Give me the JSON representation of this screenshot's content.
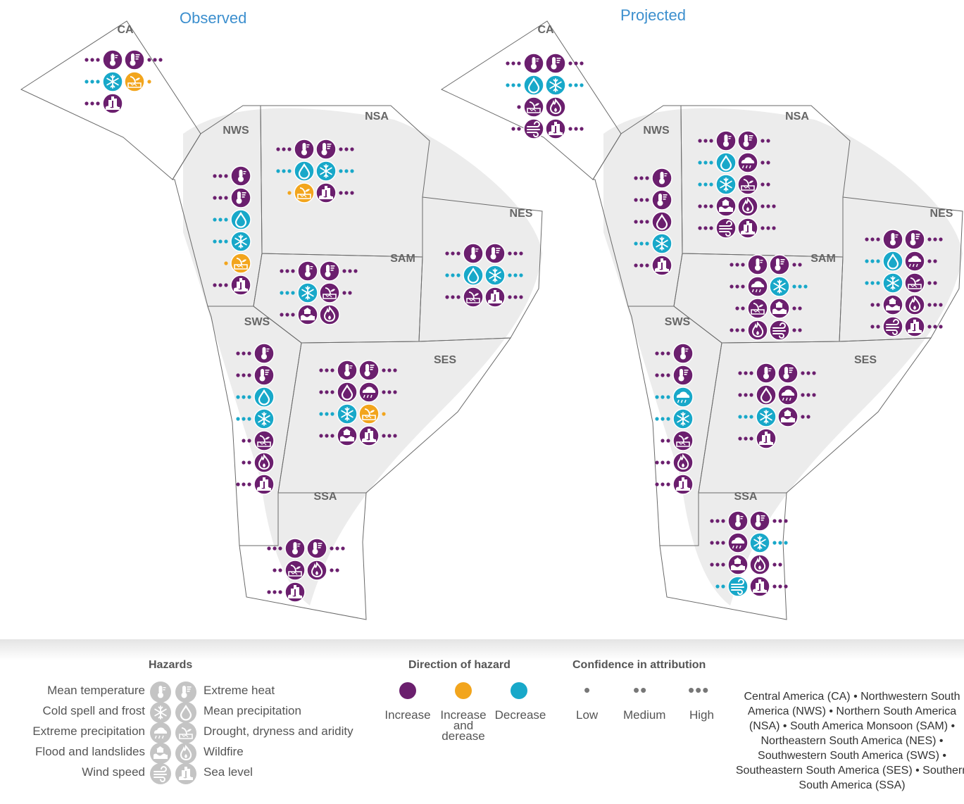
{
  "titles": {
    "observed": "Observed",
    "projected": "Projected"
  },
  "colors": {
    "increase": "#6b1f6e",
    "mixed": "#f2a51d",
    "decrease": "#18a8c9",
    "region_fill": "#dcdcdc",
    "border": "#6a6a6a"
  },
  "hazard_icons": {
    "mt": "thermometer-mean-icon",
    "eh": "thermometer-extreme-icon",
    "cs": "snowflake-icon",
    "mp": "water-drop-icon",
    "ep": "cloud-rain-icon",
    "dd": "drought-icon",
    "fl": "flood-icon",
    "wf": "fire-icon",
    "ws": "wind-icon",
    "sl": "sea-level-icon"
  },
  "maps": [
    {
      "key": "observed",
      "regions": [
        {
          "label": "CA",
          "icons": [
            {
              "h": "mt",
              "d": "inc",
              "c": 3,
              "s": "L"
            },
            {
              "h": "eh",
              "d": "inc",
              "c": 3,
              "s": "R"
            },
            {
              "h": "cs",
              "d": "dec",
              "c": 3,
              "s": "L"
            },
            {
              "h": "dd",
              "d": "mix",
              "c": 1,
              "s": "R"
            },
            {
              "h": "sl",
              "d": "inc",
              "c": 3,
              "s": "L"
            }
          ]
        },
        {
          "label": "NWS",
          "icons": [
            {
              "h": "mt",
              "d": "inc",
              "c": 3,
              "s": "L"
            },
            {
              "h": "eh",
              "d": "inc",
              "c": 3,
              "s": "L"
            },
            {
              "h": "mp",
              "d": "dec",
              "c": 3,
              "s": "L"
            },
            {
              "h": "cs",
              "d": "dec",
              "c": 3,
              "s": "L"
            },
            {
              "h": "dd",
              "d": "mix",
              "c": 1,
              "s": "L"
            },
            {
              "h": "sl",
              "d": "inc",
              "c": 3,
              "s": "L"
            }
          ]
        },
        {
          "label": "NSA",
          "icons": [
            {
              "h": "mt",
              "d": "inc",
              "c": 3,
              "s": "L"
            },
            {
              "h": "eh",
              "d": "inc",
              "c": 3,
              "s": "R"
            },
            {
              "h": "mp",
              "d": "dec",
              "c": 3,
              "s": "L"
            },
            {
              "h": "cs",
              "d": "dec",
              "c": 3,
              "s": "R"
            },
            {
              "h": "dd",
              "d": "mix",
              "c": 1,
              "s": "L"
            },
            {
              "h": "sl",
              "d": "inc",
              "c": 3,
              "s": "R"
            }
          ]
        },
        {
          "label": "NES",
          "icons": [
            {
              "h": "mt",
              "d": "inc",
              "c": 3,
              "s": "L"
            },
            {
              "h": "eh",
              "d": "inc",
              "c": 3,
              "s": "R"
            },
            {
              "h": "mp",
              "d": "dec",
              "c": 3,
              "s": "L"
            },
            {
              "h": "cs",
              "d": "dec",
              "c": 3,
              "s": "R"
            },
            {
              "h": "dd",
              "d": "inc",
              "c": 3,
              "s": "L"
            },
            {
              "h": "sl",
              "d": "inc",
              "c": 3,
              "s": "R"
            }
          ]
        },
        {
          "label": "SAM",
          "icons": [
            {
              "h": "mt",
              "d": "inc",
              "c": 3,
              "s": "L"
            },
            {
              "h": "eh",
              "d": "inc",
              "c": 3,
              "s": "R"
            },
            {
              "h": "cs",
              "d": "dec",
              "c": 3,
              "s": "L"
            },
            {
              "h": "dd",
              "d": "inc",
              "c": 2,
              "s": "R"
            },
            {
              "h": "fl",
              "d": "inc",
              "c": 3,
              "s": "L"
            },
            {
              "h": "wf",
              "d": "inc",
              "c": 0,
              "s": "R"
            }
          ]
        },
        {
          "label": "SWS",
          "icons": [
            {
              "h": "mt",
              "d": "inc",
              "c": 3,
              "s": "L"
            },
            {
              "h": "eh",
              "d": "inc",
              "c": 3,
              "s": "L"
            },
            {
              "h": "mp",
              "d": "dec",
              "c": 3,
              "s": "L"
            },
            {
              "h": "cs",
              "d": "dec",
              "c": 3,
              "s": "L"
            },
            {
              "h": "dd",
              "d": "inc",
              "c": 2,
              "s": "L"
            },
            {
              "h": "wf",
              "d": "inc",
              "c": 2,
              "s": "L"
            },
            {
              "h": "sl",
              "d": "inc",
              "c": 3,
              "s": "L"
            }
          ]
        },
        {
          "label": "SES",
          "icons": [
            {
              "h": "mt",
              "d": "inc",
              "c": 3,
              "s": "L"
            },
            {
              "h": "eh",
              "d": "inc",
              "c": 3,
              "s": "R"
            },
            {
              "h": "mp",
              "d": "inc",
              "c": 3,
              "s": "L"
            },
            {
              "h": "ep",
              "d": "inc",
              "c": 3,
              "s": "R"
            },
            {
              "h": "cs",
              "d": "dec",
              "c": 3,
              "s": "L"
            },
            {
              "h": "dd",
              "d": "mix",
              "c": 1,
              "s": "R"
            },
            {
              "h": "fl",
              "d": "inc",
              "c": 3,
              "s": "L"
            },
            {
              "h": "sl",
              "d": "inc",
              "c": 3,
              "s": "R"
            }
          ]
        },
        {
          "label": "SSA",
          "icons": [
            {
              "h": "mt",
              "d": "inc",
              "c": 3,
              "s": "L"
            },
            {
              "h": "eh",
              "d": "inc",
              "c": 3,
              "s": "R"
            },
            {
              "h": "dd",
              "d": "inc",
              "c": 2,
              "s": "L"
            },
            {
              "h": "wf",
              "d": "inc",
              "c": 2,
              "s": "R"
            },
            {
              "h": "sl",
              "d": "inc",
              "c": 3,
              "s": "L"
            }
          ]
        }
      ]
    },
    {
      "key": "projected",
      "regions": [
        {
          "label": "CA",
          "icons": [
            {
              "h": "mt",
              "d": "inc",
              "c": 3,
              "s": "L"
            },
            {
              "h": "eh",
              "d": "inc",
              "c": 3,
              "s": "R"
            },
            {
              "h": "mp",
              "d": "dec",
              "c": 3,
              "s": "L"
            },
            {
              "h": "cs",
              "d": "dec",
              "c": 3,
              "s": "R"
            },
            {
              "h": "dd",
              "d": "inc",
              "c": 1,
              "s": "L"
            },
            {
              "h": "wf",
              "d": "inc",
              "c": 0,
              "s": "R"
            },
            {
              "h": "ws",
              "d": "inc",
              "c": 2,
              "s": "L"
            },
            {
              "h": "sl",
              "d": "inc",
              "c": 3,
              "s": "R"
            }
          ]
        },
        {
          "label": "NWS",
          "icons": [
            {
              "h": "mt",
              "d": "inc",
              "c": 3,
              "s": "L"
            },
            {
              "h": "eh",
              "d": "inc",
              "c": 3,
              "s": "L"
            },
            {
              "h": "mp",
              "d": "inc",
              "c": 3,
              "s": "L"
            },
            {
              "h": "cs",
              "d": "dec",
              "c": 3,
              "s": "L"
            },
            {
              "h": "sl",
              "d": "inc",
              "c": 3,
              "s": "L"
            }
          ]
        },
        {
          "label": "NSA",
          "icons": [
            {
              "h": "mt",
              "d": "inc",
              "c": 3,
              "s": "L"
            },
            {
              "h": "eh",
              "d": "inc",
              "c": 2,
              "s": "R"
            },
            {
              "h": "mp",
              "d": "dec",
              "c": 3,
              "s": "L"
            },
            {
              "h": "ep",
              "d": "inc",
              "c": 2,
              "s": "R"
            },
            {
              "h": "cs",
              "d": "dec",
              "c": 3,
              "s": "L"
            },
            {
              "h": "dd",
              "d": "inc",
              "c": 2,
              "s": "R"
            },
            {
              "h": "fl",
              "d": "inc",
              "c": 3,
              "s": "L"
            },
            {
              "h": "wf",
              "d": "inc",
              "c": 3,
              "s": "R"
            },
            {
              "h": "ws",
              "d": "inc",
              "c": 3,
              "s": "L"
            },
            {
              "h": "sl",
              "d": "inc",
              "c": 3,
              "s": "R"
            }
          ]
        },
        {
          "label": "NES",
          "icons": [
            {
              "h": "mt",
              "d": "inc",
              "c": 3,
              "s": "L"
            },
            {
              "h": "eh",
              "d": "inc",
              "c": 3,
              "s": "R"
            },
            {
              "h": "mp",
              "d": "dec",
              "c": 3,
              "s": "L"
            },
            {
              "h": "ep",
              "d": "inc",
              "c": 2,
              "s": "R"
            },
            {
              "h": "cs",
              "d": "dec",
              "c": 3,
              "s": "L"
            },
            {
              "h": "dd",
              "d": "inc",
              "c": 2,
              "s": "R"
            },
            {
              "h": "fl",
              "d": "inc",
              "c": 2,
              "s": "L"
            },
            {
              "h": "wf",
              "d": "inc",
              "c": 3,
              "s": "R"
            },
            {
              "h": "ws",
              "d": "inc",
              "c": 2,
              "s": "L"
            },
            {
              "h": "sl",
              "d": "inc",
              "c": 3,
              "s": "R"
            }
          ]
        },
        {
          "label": "SAM",
          "icons": [
            {
              "h": "mt",
              "d": "inc",
              "c": 3,
              "s": "L"
            },
            {
              "h": "eh",
              "d": "inc",
              "c": 2,
              "s": "R"
            },
            {
              "h": "ep",
              "d": "inc",
              "c": 3,
              "s": "L"
            },
            {
              "h": "cs",
              "d": "dec",
              "c": 3,
              "s": "R"
            },
            {
              "h": "dd",
              "d": "inc",
              "c": 2,
              "s": "L"
            },
            {
              "h": "fl",
              "d": "inc",
              "c": 2,
              "s": "R"
            },
            {
              "h": "wf",
              "d": "inc",
              "c": 3,
              "s": "L"
            },
            {
              "h": "ws",
              "d": "inc",
              "c": 2,
              "s": "R"
            }
          ]
        },
        {
          "label": "SWS",
          "icons": [
            {
              "h": "mt",
              "d": "inc",
              "c": 3,
              "s": "L"
            },
            {
              "h": "eh",
              "d": "inc",
              "c": 3,
              "s": "L"
            },
            {
              "h": "ep",
              "d": "dec",
              "c": 3,
              "s": "L"
            },
            {
              "h": "cs",
              "d": "dec",
              "c": 3,
              "s": "L"
            },
            {
              "h": "dd",
              "d": "inc",
              "c": 2,
              "s": "L"
            },
            {
              "h": "wf",
              "d": "inc",
              "c": 3,
              "s": "L"
            },
            {
              "h": "sl",
              "d": "inc",
              "c": 3,
              "s": "L"
            }
          ]
        },
        {
          "label": "SES",
          "icons": [
            {
              "h": "mt",
              "d": "inc",
              "c": 3,
              "s": "L"
            },
            {
              "h": "eh",
              "d": "inc",
              "c": 3,
              "s": "R"
            },
            {
              "h": "mp",
              "d": "inc",
              "c": 3,
              "s": "L"
            },
            {
              "h": "ep",
              "d": "inc",
              "c": 3,
              "s": "R"
            },
            {
              "h": "cs",
              "d": "dec",
              "c": 3,
              "s": "L"
            },
            {
              "h": "fl",
              "d": "inc",
              "c": 2,
              "s": "R"
            },
            {
              "h": "sl",
              "d": "inc",
              "c": 3,
              "s": "L"
            }
          ]
        },
        {
          "label": "SSA",
          "icons": [
            {
              "h": "mt",
              "d": "inc",
              "c": 3,
              "s": "L"
            },
            {
              "h": "eh",
              "d": "inc",
              "c": 3,
              "s": "R"
            },
            {
              "h": "ep",
              "d": "inc",
              "c": 3,
              "s": "L"
            },
            {
              "h": "cs",
              "d": "dec",
              "c": 3,
              "s": "R"
            },
            {
              "h": "fl",
              "d": "inc",
              "c": 3,
              "s": "L"
            },
            {
              "h": "wf",
              "d": "inc",
              "c": 2,
              "s": "R"
            },
            {
              "h": "ws",
              "d": "dec",
              "c": 2,
              "s": "L"
            },
            {
              "h": "sl",
              "d": "inc",
              "c": 3,
              "s": "R"
            }
          ]
        }
      ]
    }
  ],
  "legend": {
    "hazards_title": "Hazards",
    "hazards": [
      {
        "left": "Mean temperature",
        "left_icon": "mt",
        "right": "Extreme heat",
        "right_icon": "eh"
      },
      {
        "left": "Cold spell and frost",
        "left_icon": "cs",
        "right": "Mean precipitation",
        "right_icon": "mp"
      },
      {
        "left": "Extreme precipitation",
        "left_icon": "ep",
        "right": "Drought, dryness and aridity",
        "right_icon": "dd"
      },
      {
        "left": "Flood and landslides",
        "left_icon": "fl",
        "right": "Wildfire",
        "right_icon": "wf"
      },
      {
        "left": "Wind speed",
        "left_icon": "ws",
        "right": "Sea level",
        "right_icon": "sl"
      }
    ],
    "direction_title": "Direction of hazard",
    "directions": [
      {
        "label": "Increase",
        "key": "increase"
      },
      {
        "label": "Increase and derease",
        "key": "mixed"
      },
      {
        "label": "Decrease",
        "key": "decrease"
      }
    ],
    "confidence_title": "Confidence in attribution",
    "confidence": [
      {
        "label": "Low",
        "dots": "•"
      },
      {
        "label": "Medium",
        "dots": "••"
      },
      {
        "label": "High",
        "dots": "•••"
      }
    ],
    "regions_note": "Central America (CA) • Northwestern South America  (NWS) • Northern South America (NSA) • South America Monsoon (SAM) • Northeastern South America (NES) • Southwestern South America (SWS) • Southeastern South America (SES) • Southern South America (SSA)"
  }
}
